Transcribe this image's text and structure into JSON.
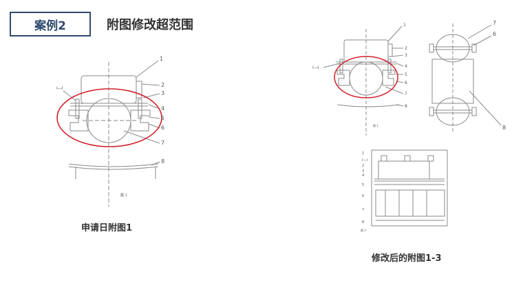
{
  "header": {
    "case_label": "案例2",
    "title": "附图修改超范围"
  },
  "left_figure": {
    "caption": "申请日附图1",
    "part_numbers": [
      "1",
      "2",
      "3",
      "4",
      "5",
      "6",
      "7",
      "8"
    ],
    "section_label": "I—I",
    "figure_label": "图 1"
  },
  "right_figures": {
    "caption": "修改后的附图1-3",
    "fig1_parts": [
      "1",
      "2",
      "3",
      "4",
      "5",
      "6",
      "7",
      "8"
    ],
    "fig1_section_label": "I—I",
    "fig1_label": "图 1",
    "fig2_parts": [
      "7",
      "6",
      "8"
    ],
    "fig3_parts": [
      "1",
      "2",
      "3",
      "4",
      "5",
      "6",
      "7",
      "8"
    ],
    "fig3_section_label": "I—I",
    "fig3_label": "图 3"
  },
  "colors": {
    "accent": "#2f4a6d",
    "highlight": "#d0202a",
    "drawing_line": "#8a8a8a"
  }
}
